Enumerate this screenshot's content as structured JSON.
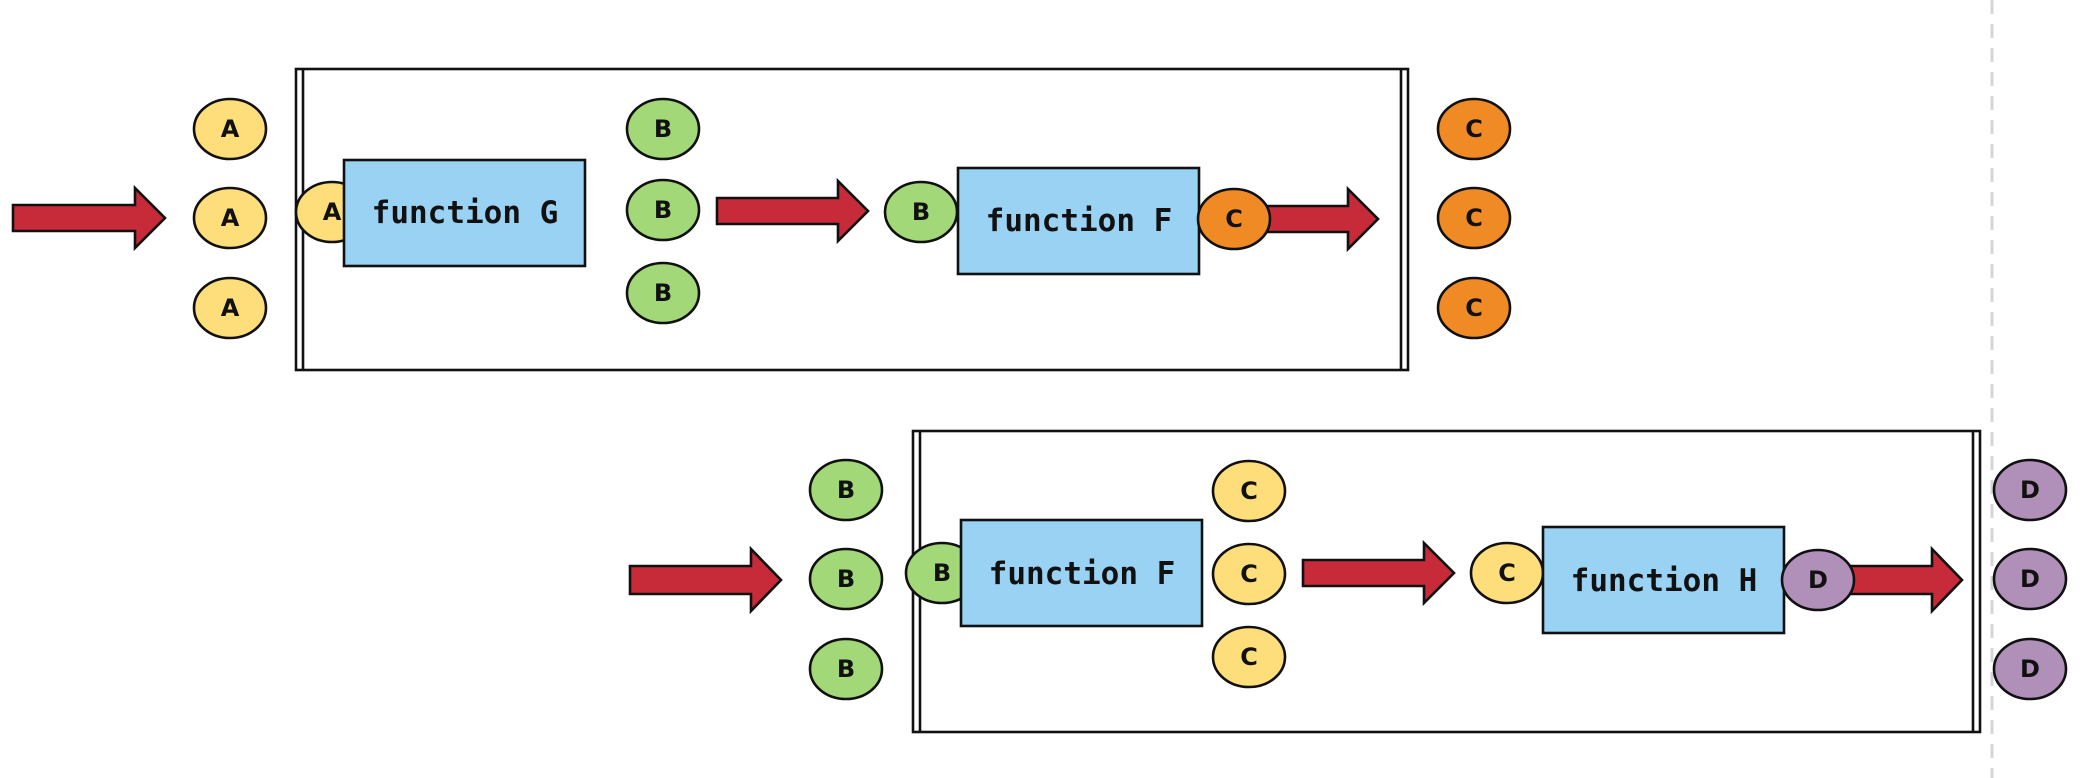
{
  "colors": {
    "A": "#FEDE7A",
    "B": "#A3D878",
    "C_yellow": "#FEDE7A",
    "C_orange": "#F08A24",
    "D": "#B08FB9",
    "function_box": "#99D2F2",
    "arrow": "#C72B3A",
    "divider": "#D5D5D5"
  },
  "row1": {
    "inputs": [
      "A",
      "A",
      "A"
    ],
    "stage1": {
      "token": "A",
      "label": "function G"
    },
    "intermediates": [
      "B",
      "B",
      "B"
    ],
    "stage2": {
      "token_in": "B",
      "label": "function F",
      "token_out": "C"
    },
    "outputs": [
      "C",
      "C",
      "C"
    ]
  },
  "row2": {
    "inputs": [
      "B",
      "B",
      "B"
    ],
    "stage1": {
      "token": "B",
      "label": "function F"
    },
    "intermediates": [
      "C",
      "C",
      "C"
    ],
    "stage2": {
      "token_in": "C",
      "label": "function H",
      "token_out": "D"
    },
    "outputs": [
      "D",
      "D",
      "D"
    ]
  }
}
